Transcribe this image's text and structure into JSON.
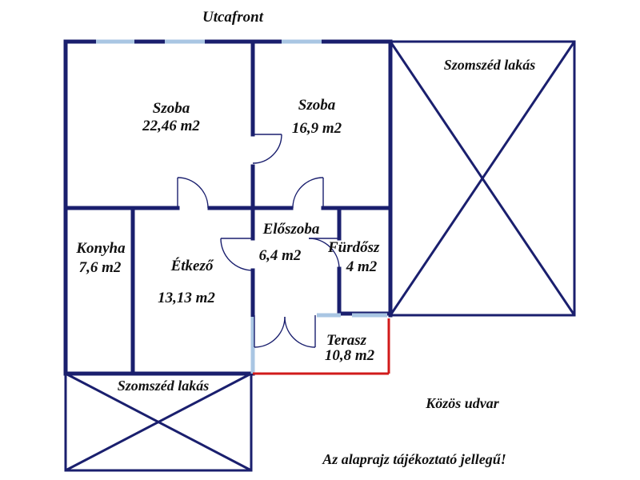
{
  "labels": {
    "street": "Utcafront",
    "neighbor_right": "Szomszéd lakás",
    "room1_name": "Szoba",
    "room1_area": "22,46 m2",
    "room2_name": "Szoba",
    "room2_area": "16,9 m2",
    "kitchen_name": "Konyha",
    "kitchen_area": "7,6 m2",
    "dining_name": "Étkező",
    "dining_area": "13,13 m2",
    "hall_name": "Előszoba",
    "hall_area": "6,4 m2",
    "bath_name": "Fürdősz",
    "bath_area": "4 m2",
    "terrace_name": "Terasz",
    "terrace_area": "10,8 m2",
    "neighbor_bottom": "Szomszéd lakás",
    "yard": "Közös udvar",
    "disclaimer": "Az alaprajz tájékoztató jellegű!"
  },
  "colors": {
    "wall": "#1a1f6e",
    "window": "#a9c6e3",
    "terrace_edge": "#d11a1a"
  }
}
